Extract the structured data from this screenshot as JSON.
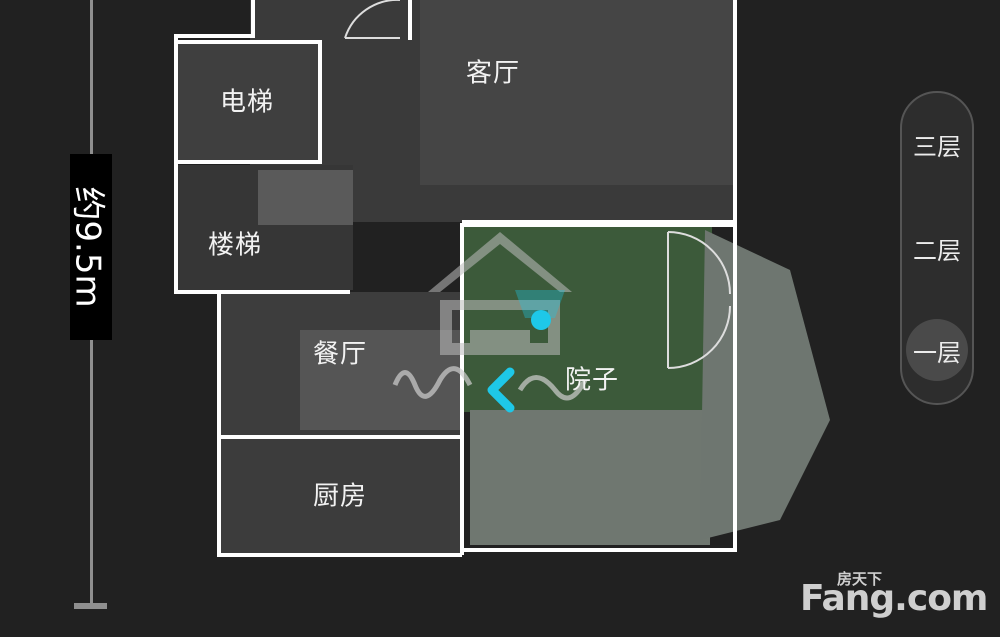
{
  "rooms": {
    "living_room": "客厅",
    "elevator": "电梯",
    "stairs": "楼梯",
    "dining_room": "餐厅",
    "courtyard": "院子",
    "kitchen": "厨房"
  },
  "ruler": {
    "label": "约9.5m"
  },
  "floors": [
    {
      "label": "三层",
      "active": false
    },
    {
      "label": "二层",
      "active": false
    },
    {
      "label": "一层",
      "active": true
    }
  ],
  "watermark": {
    "brand_small": "房天下",
    "brand": "Fang.com"
  },
  "colors": {
    "background": "#212121",
    "walls": "#ffffff",
    "position_marker": "#1ec8e8",
    "grass": "#3c5a3a"
  }
}
